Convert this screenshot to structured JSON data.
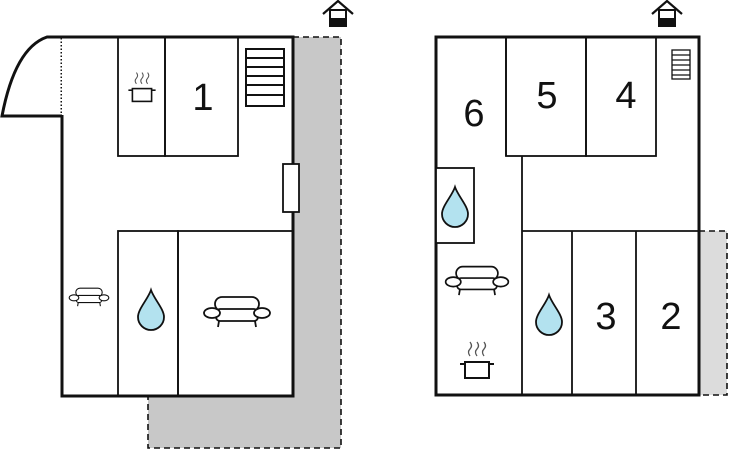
{
  "floors": [
    {
      "id": "floor-left",
      "rooms": [
        {
          "id": "room-1",
          "label": "1"
        }
      ]
    },
    {
      "id": "floor-right",
      "rooms": [
        {
          "id": "room-6",
          "label": "6"
        },
        {
          "id": "room-5",
          "label": "5"
        },
        {
          "id": "room-4",
          "label": "4"
        },
        {
          "id": "room-3",
          "label": "3"
        },
        {
          "id": "room-2",
          "label": "2"
        }
      ]
    }
  ],
  "icons": {
    "entrance": "house-entrance-icon",
    "stairs": "stairs-icon",
    "kitchen": "cooking-pot-icon",
    "bathroom": "water-drop-icon",
    "living": "sofa-icon"
  },
  "colors": {
    "wall": "#111111",
    "terrace": "#c8c8c8",
    "water": "#b3e2ef"
  }
}
